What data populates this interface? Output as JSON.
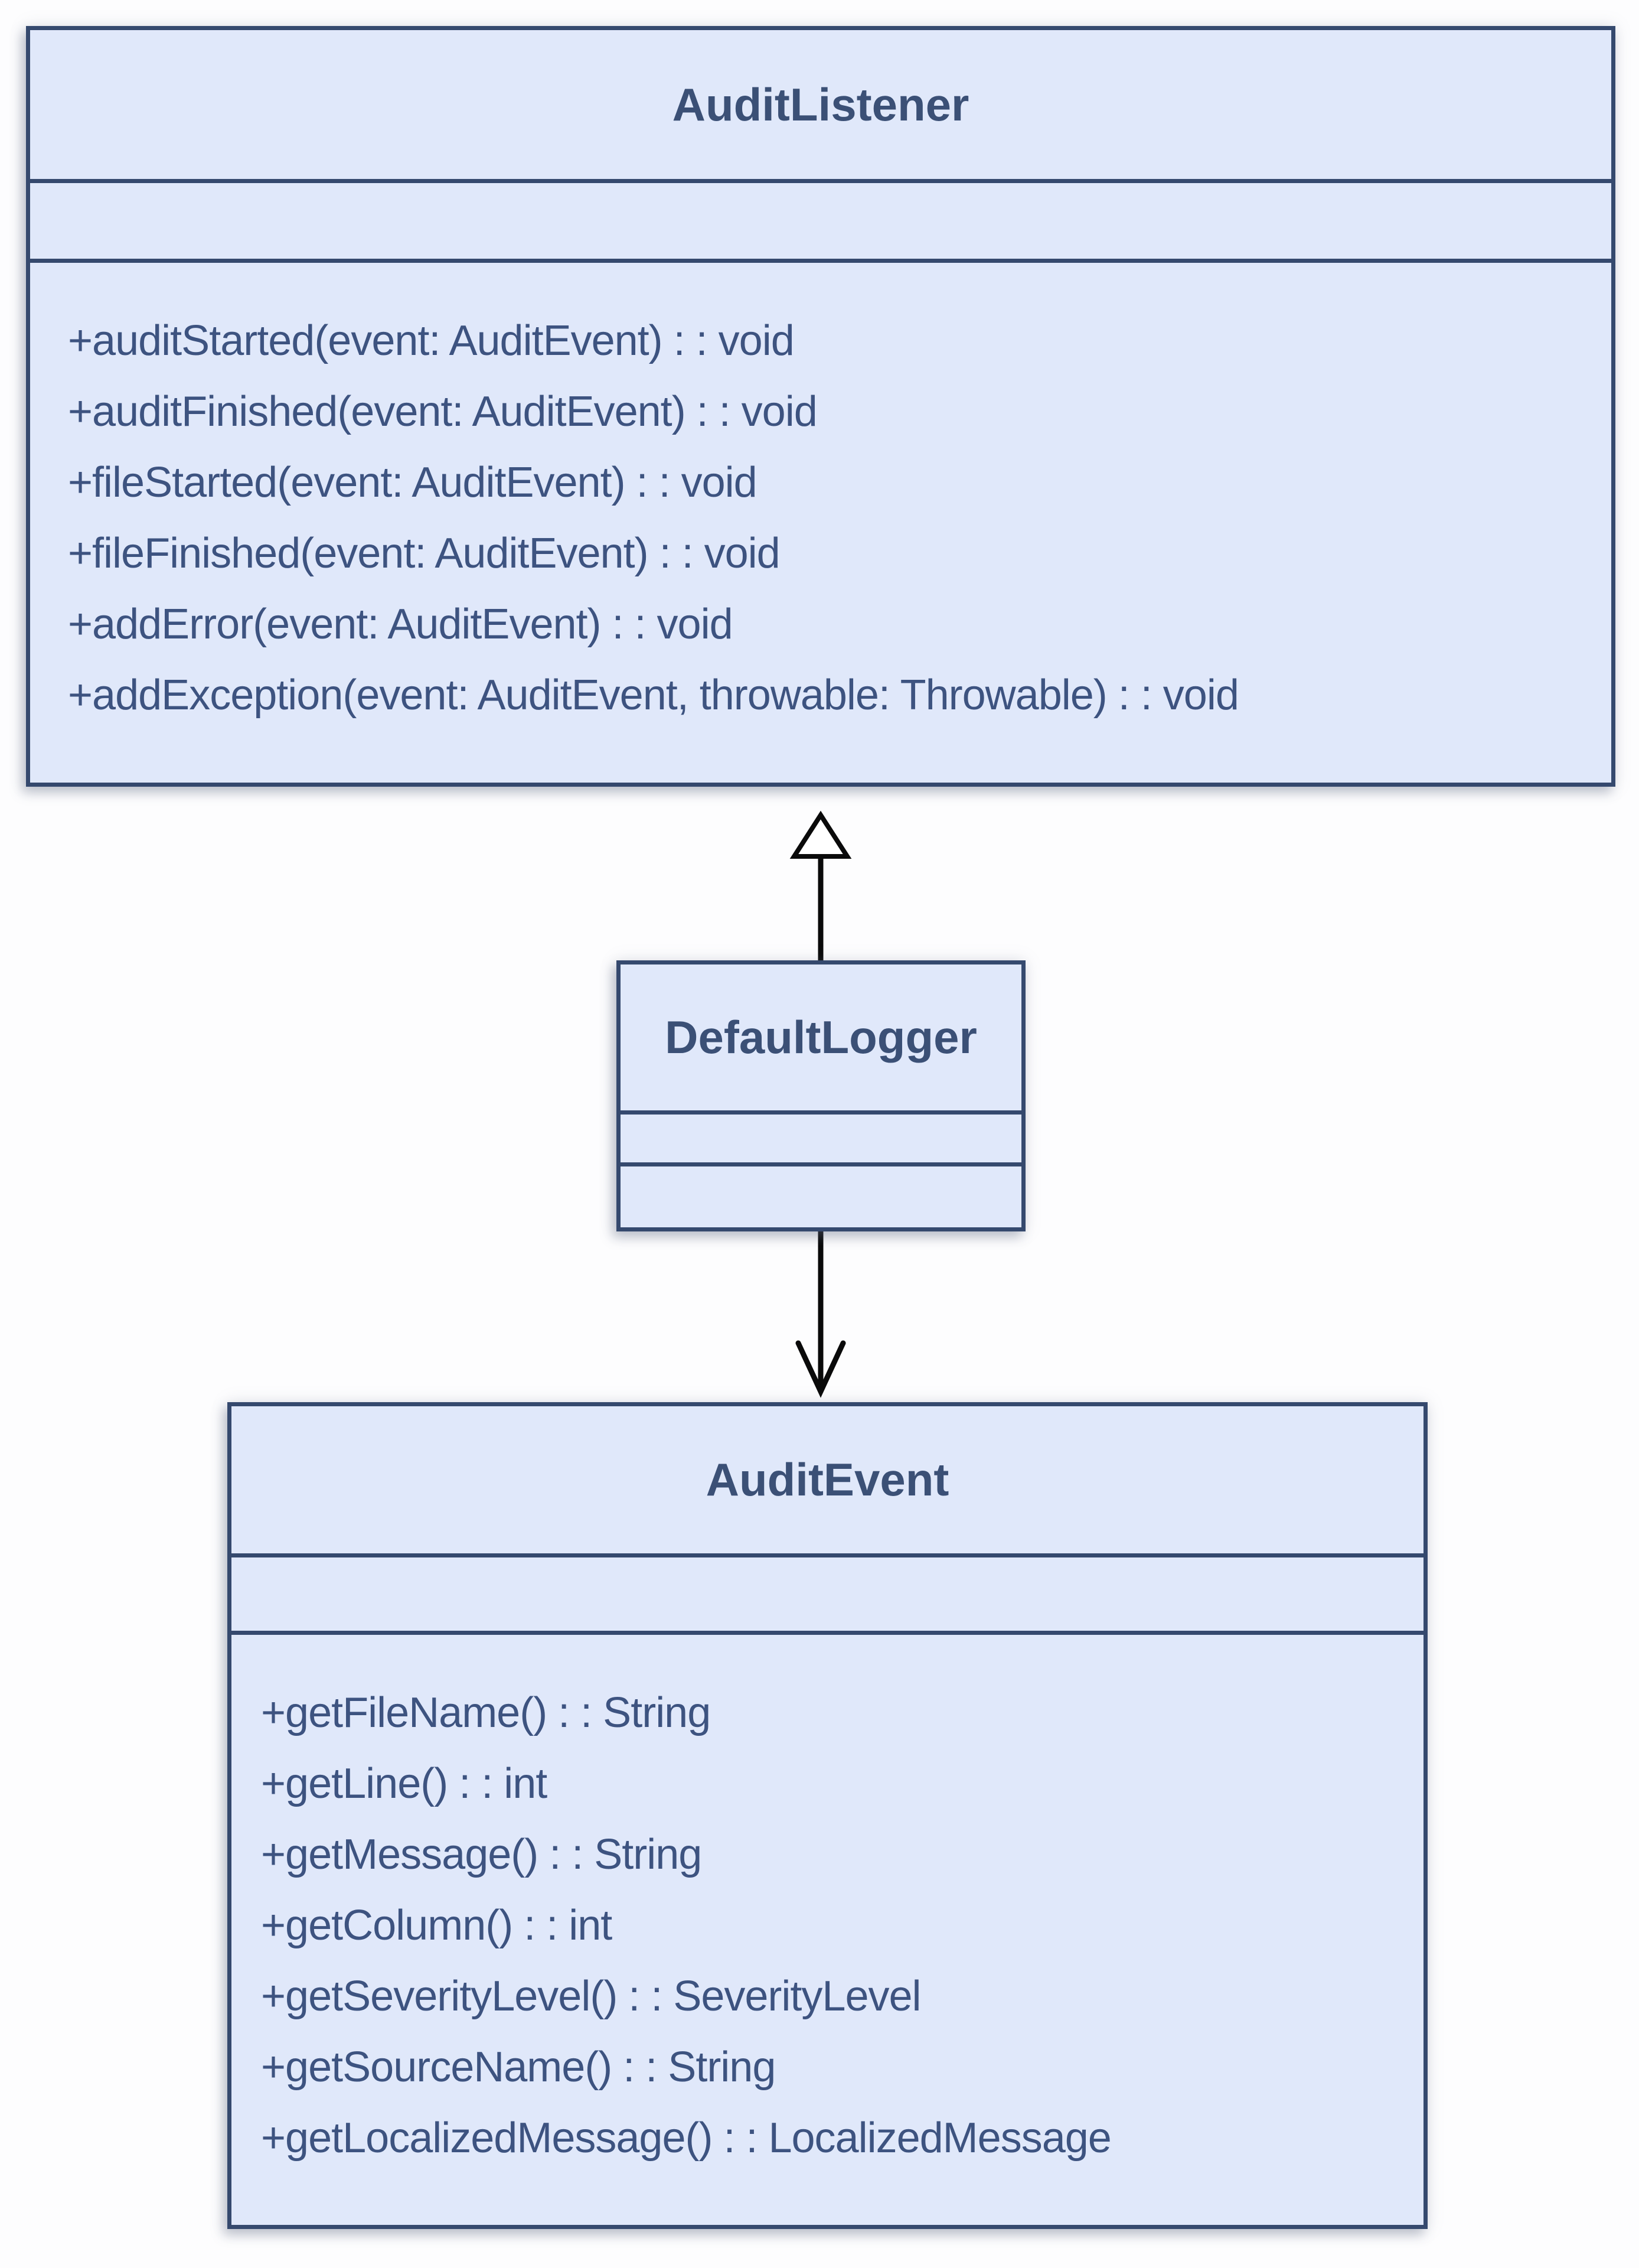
{
  "diagram": {
    "type": "uml-class-diagram",
    "colors": {
      "class_fill": "#e0e8fa",
      "class_border": "#35496e",
      "class_text": "#3d5380",
      "title_text": "#3b5076",
      "connector": "#0a0a0a",
      "generalization_triangle_fill": "#ffffff",
      "page_background": "#fdfdfe"
    },
    "classes": [
      {
        "name": "AuditListener",
        "attributes": [],
        "methods": [
          "+auditStarted(event: AuditEvent) : : void",
          "+auditFinished(event: AuditEvent) : : void",
          "+fileStarted(event: AuditEvent) : : void",
          "+fileFinished(event: AuditEvent) : : void",
          "+addError(event: AuditEvent) : : void",
          "+addException(event: AuditEvent, throwable: Throwable) : : void"
        ]
      },
      {
        "name": "DefaultLogger",
        "attributes": [],
        "methods": []
      },
      {
        "name": "AuditEvent",
        "attributes": [],
        "methods": [
          "+getFileName() : : String",
          "+getLine() : : int",
          "+getMessage() : : String",
          "+getColumn() : : int",
          "+getSeverityLevel() : : SeverityLevel",
          "+getSourceName() : : String",
          "+getLocalizedMessage() : : LocalizedMessage"
        ]
      }
    ],
    "relationships": [
      {
        "type": "generalization",
        "from": "DefaultLogger",
        "to": "AuditListener"
      },
      {
        "type": "directed-association",
        "from": "DefaultLogger",
        "to": "AuditEvent"
      }
    ]
  }
}
